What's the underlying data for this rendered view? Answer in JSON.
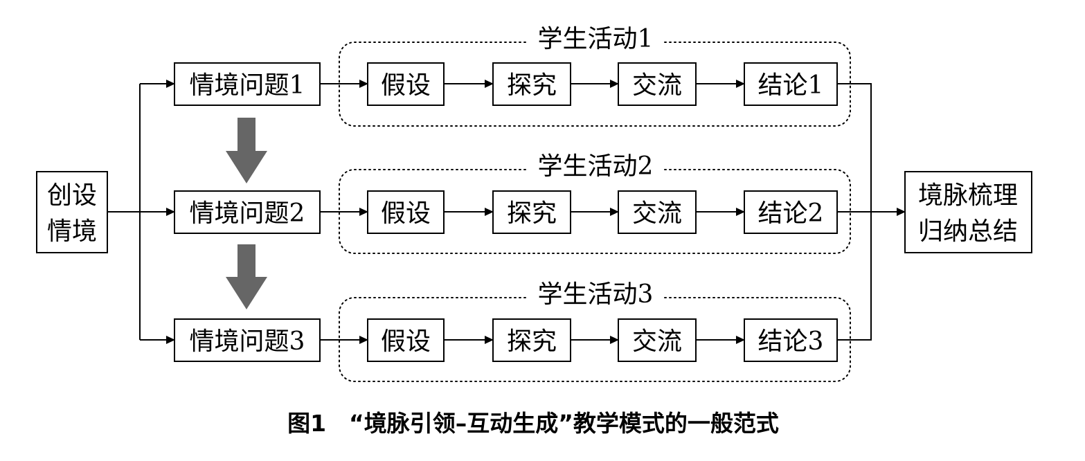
{
  "diagram": {
    "start": {
      "line1": "创设",
      "line2": "情境"
    },
    "end": {
      "line1": "境脉梳理",
      "line2": "归纳总结"
    },
    "rows": [
      {
        "question": "情境问题1",
        "group": "学生活动1",
        "steps": [
          "假设",
          "探究",
          "交流",
          "结论1"
        ]
      },
      {
        "question": "情境问题2",
        "group": "学生活动2",
        "steps": [
          "假设",
          "探究",
          "交流",
          "结论2"
        ]
      },
      {
        "question": "情境问题3",
        "group": "学生活动3",
        "steps": [
          "假设",
          "探究",
          "交流",
          "结论3"
        ]
      }
    ],
    "caption": "图1　“境脉引领–互动生成”教学模式的一般范式",
    "colors": {
      "line": "#000000",
      "thick_arrow": "#666666",
      "background": "#ffffff"
    }
  }
}
